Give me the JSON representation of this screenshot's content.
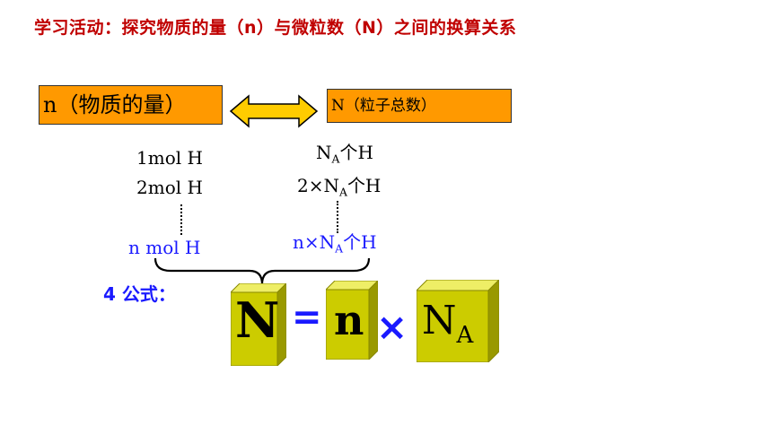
{
  "title": "学习活动：探究物质的量（n）与微粒数（N）之间的换算关系",
  "left_box": "n（物质的量）",
  "right_box": "N（粒子总数）",
  "left_col": {
    "row1": "1mol H",
    "row2": "2mol H",
    "row3": "n mol H"
  },
  "right_col": {
    "row1": {
      "pre": "N",
      "sub": "A",
      "post": "个H"
    },
    "row2": {
      "pre": "2×N",
      "sub": "A",
      "post": "个H"
    },
    "row3": {
      "pre": "n×N",
      "sub": "A",
      "post": "个H"
    }
  },
  "formula": {
    "label": "4 公式：",
    "lhs": "N",
    "equals": "=",
    "n": "n",
    "times": "×",
    "na_main": "N",
    "na_sub": "A"
  },
  "colors": {
    "title": "#c00000",
    "box_fill": "#ff9900",
    "arrow_fill": "#ffcc00",
    "blue_text": "#1a1aff",
    "cube_face": "#cccc00"
  }
}
